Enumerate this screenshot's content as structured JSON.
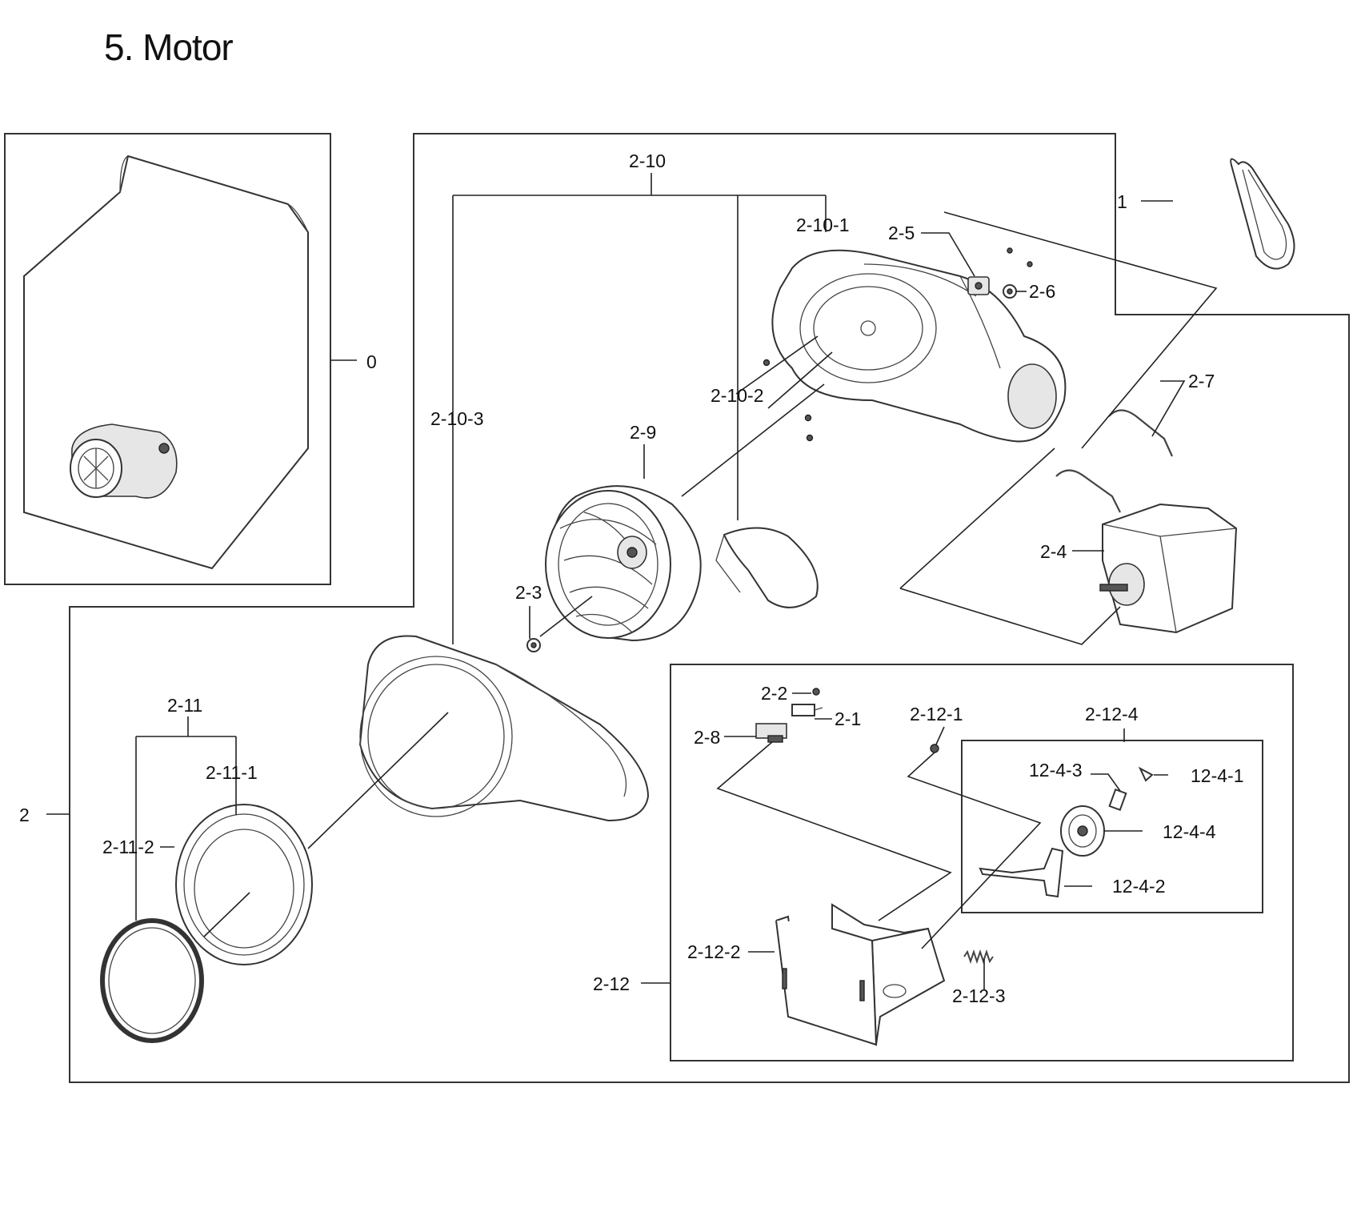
{
  "title": "5. Motor",
  "labels": {
    "l0": "0",
    "l1": "1",
    "l2": "2",
    "l2_1": "2-1",
    "l2_2": "2-2",
    "l2_3": "2-3",
    "l2_4": "2-4",
    "l2_5": "2-5",
    "l2_6": "2-6",
    "l2_7": "2-7",
    "l2_8": "2-8",
    "l2_9": "2-9",
    "l2_10": "2-10",
    "l2_10_1": "2-10-1",
    "l2_10_2": "2-10-2",
    "l2_10_3": "2-10-3",
    "l2_11": "2-11",
    "l2_11_1": "2-11-1",
    "l2_11_2": "2-11-2",
    "l2_12": "2-12",
    "l2_12_1": "2-12-1",
    "l2_12_2": "2-12-2",
    "l2_12_3": "2-12-3",
    "l2_12_4": "2-12-4",
    "l12_4_1": "12-4-1",
    "l12_4_2": "12-4-2",
    "l12_4_3": "12-4-3",
    "l12_4_4": "12-4-4"
  }
}
